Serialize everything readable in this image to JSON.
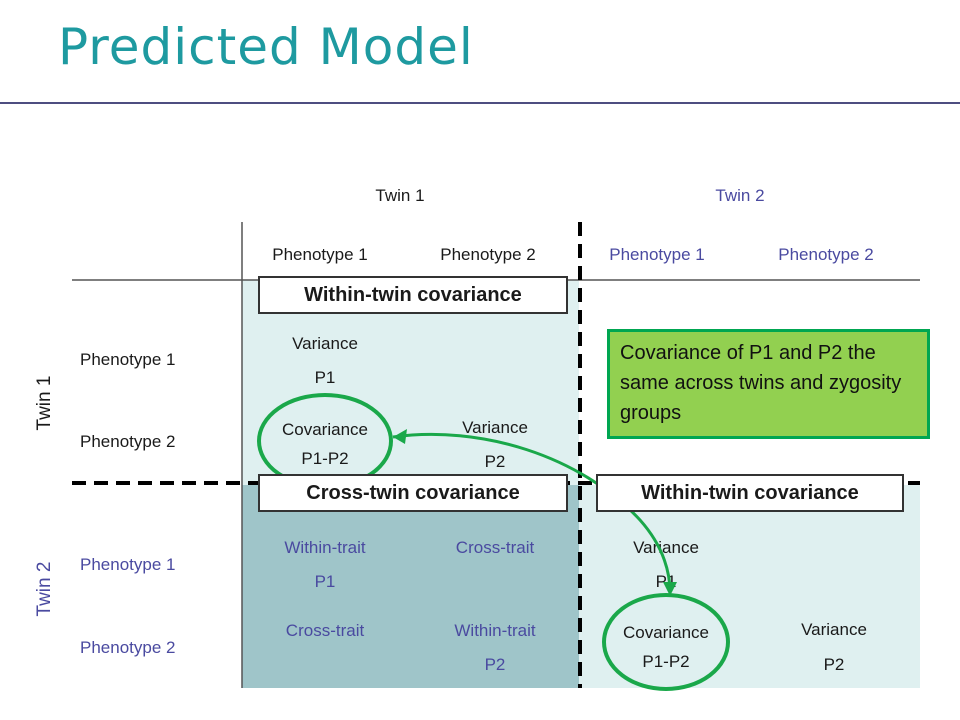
{
  "title": "Predicted Model",
  "col_groups": {
    "twin1": "Twin 1",
    "twin2": "Twin 2"
  },
  "col_headers": [
    "Phenotype 1",
    "Phenotype 2",
    "Phenotype 1",
    "Phenotype 2"
  ],
  "row_groups": {
    "twin1": "Twin 1",
    "twin2": "Twin 2"
  },
  "row_headers": [
    "Phenotype 1",
    "Phenotype 2",
    "Phenotype 1",
    "Phenotype 2"
  ],
  "labels": {
    "within_twin_top": "Within-twin covariance",
    "cross_twin": "Cross-twin covariance",
    "within_twin_bottom": "Within-twin covariance"
  },
  "cells": {
    "t1_variance_p1_a": "Variance",
    "t1_variance_p1_b": "P1",
    "t1_cov_a": "Covariance",
    "t1_cov_b": "P1-P2",
    "t1_variance_p2_a": "Variance",
    "t1_variance_p2_b": "P2",
    "x_within_p1_a": "Within-trait",
    "x_within_p1_b": "P1",
    "x_cross_top": "Cross-trait",
    "x_cross_bottom": "Cross-trait",
    "x_within_p2_a": "Within-trait",
    "x_within_p2_b": "P2",
    "t2_variance_p1_a": "Variance",
    "t2_variance_p1_b": "P1",
    "t2_cov_a": "Covariance",
    "t2_cov_b": "P1-P2",
    "t2_variance_p2_a": "Variance",
    "t2_variance_p2_b": "P2"
  },
  "note": "Covariance of P1 and P2 the same across twins and zygosity groups",
  "colors": {
    "title": "#1e9aa0",
    "light_cell": "#dff0f0",
    "dark_cell": "#9fc5c9",
    "twin2_text": "#4a4aa0",
    "note_fill": "#92d050",
    "note_border": "#00a651",
    "circle": "#1aa84a"
  }
}
